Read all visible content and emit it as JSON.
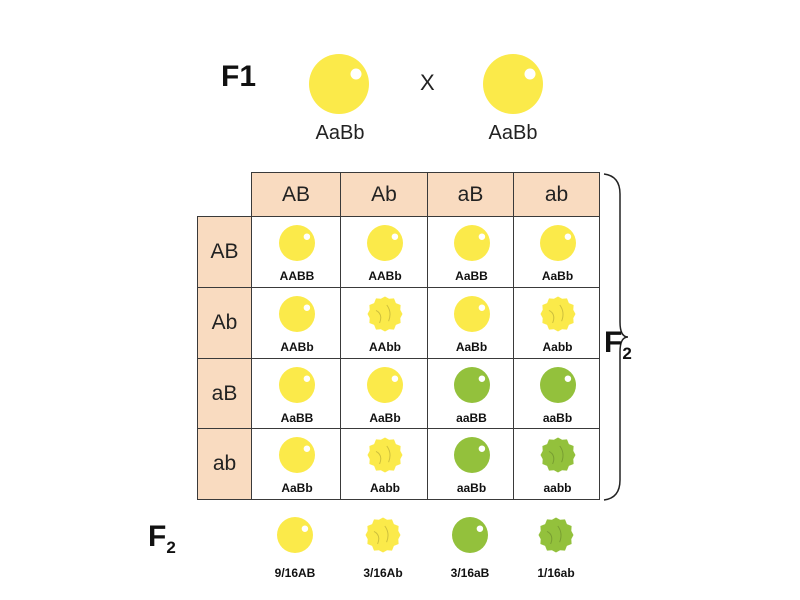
{
  "f1": {
    "label": "F1",
    "cross": "X",
    "parent_left": "AaBb",
    "parent_right": "AaBb"
  },
  "gametes": {
    "columns": [
      "AB",
      "Ab",
      "aB",
      "ab"
    ],
    "rows": [
      "AB",
      "Ab",
      "aB",
      "ab"
    ]
  },
  "grid": [
    [
      {
        "genotype": "AABB",
        "color": "yellow",
        "shape": "round"
      },
      {
        "genotype": "AABb",
        "color": "yellow",
        "shape": "round"
      },
      {
        "genotype": "AaBB",
        "color": "yellow",
        "shape": "round"
      },
      {
        "genotype": "AaBb",
        "color": "yellow",
        "shape": "round"
      }
    ],
    [
      {
        "genotype": "AABb",
        "color": "yellow",
        "shape": "round"
      },
      {
        "genotype": "AAbb",
        "color": "yellow",
        "shape": "wrinkled"
      },
      {
        "genotype": "AaBb",
        "color": "yellow",
        "shape": "round"
      },
      {
        "genotype": "Aabb",
        "color": "yellow",
        "shape": "wrinkled"
      }
    ],
    [
      {
        "genotype": "AaBB",
        "color": "yellow",
        "shape": "round"
      },
      {
        "genotype": "AaBb",
        "color": "yellow",
        "shape": "round"
      },
      {
        "genotype": "aaBB",
        "color": "green",
        "shape": "round"
      },
      {
        "genotype": "aaBb",
        "color": "green",
        "shape": "round"
      }
    ],
    [
      {
        "genotype": "AaBb",
        "color": "yellow",
        "shape": "round"
      },
      {
        "genotype": "Aabb",
        "color": "yellow",
        "shape": "wrinkled"
      },
      {
        "genotype": "aaBb",
        "color": "green",
        "shape": "round"
      },
      {
        "genotype": "aabb",
        "color": "green",
        "shape": "wrinkled"
      }
    ]
  ],
  "f2_bracket": {
    "label": "F",
    "subscript": "2"
  },
  "f2_summary": {
    "label": "F",
    "subscript": "2",
    "items": [
      {
        "ratio": "9/16AB",
        "color": "yellow",
        "shape": "round"
      },
      {
        "ratio": "3/16Ab",
        "color": "yellow",
        "shape": "wrinkled"
      },
      {
        "ratio": "3/16aB",
        "color": "green",
        "shape": "round"
      },
      {
        "ratio": "1/16ab",
        "color": "green",
        "shape": "wrinkled"
      }
    ]
  },
  "colors": {
    "yellow": "#fbea4a",
    "green": "#93c13c",
    "header_bg": "#f9dbc0"
  }
}
